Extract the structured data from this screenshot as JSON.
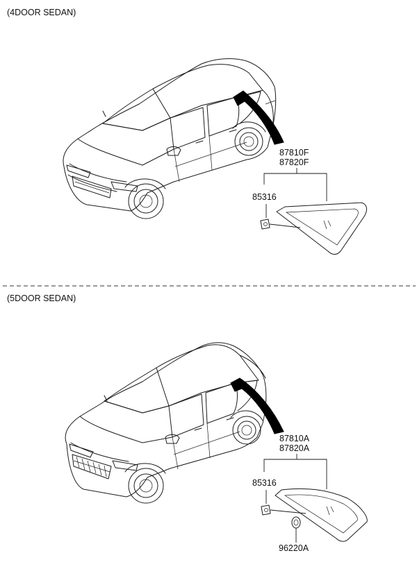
{
  "sections": [
    {
      "title": "(4DOOR SEDAN)",
      "part_upper": "87810F",
      "part_lower": "87820F",
      "part_clip": "85316"
    },
    {
      "title": "(5DOOR SEDAN)",
      "part_upper": "87810A",
      "part_lower": "87820A",
      "part_clip": "85316",
      "part_grommet": "96220A"
    }
  ]
}
